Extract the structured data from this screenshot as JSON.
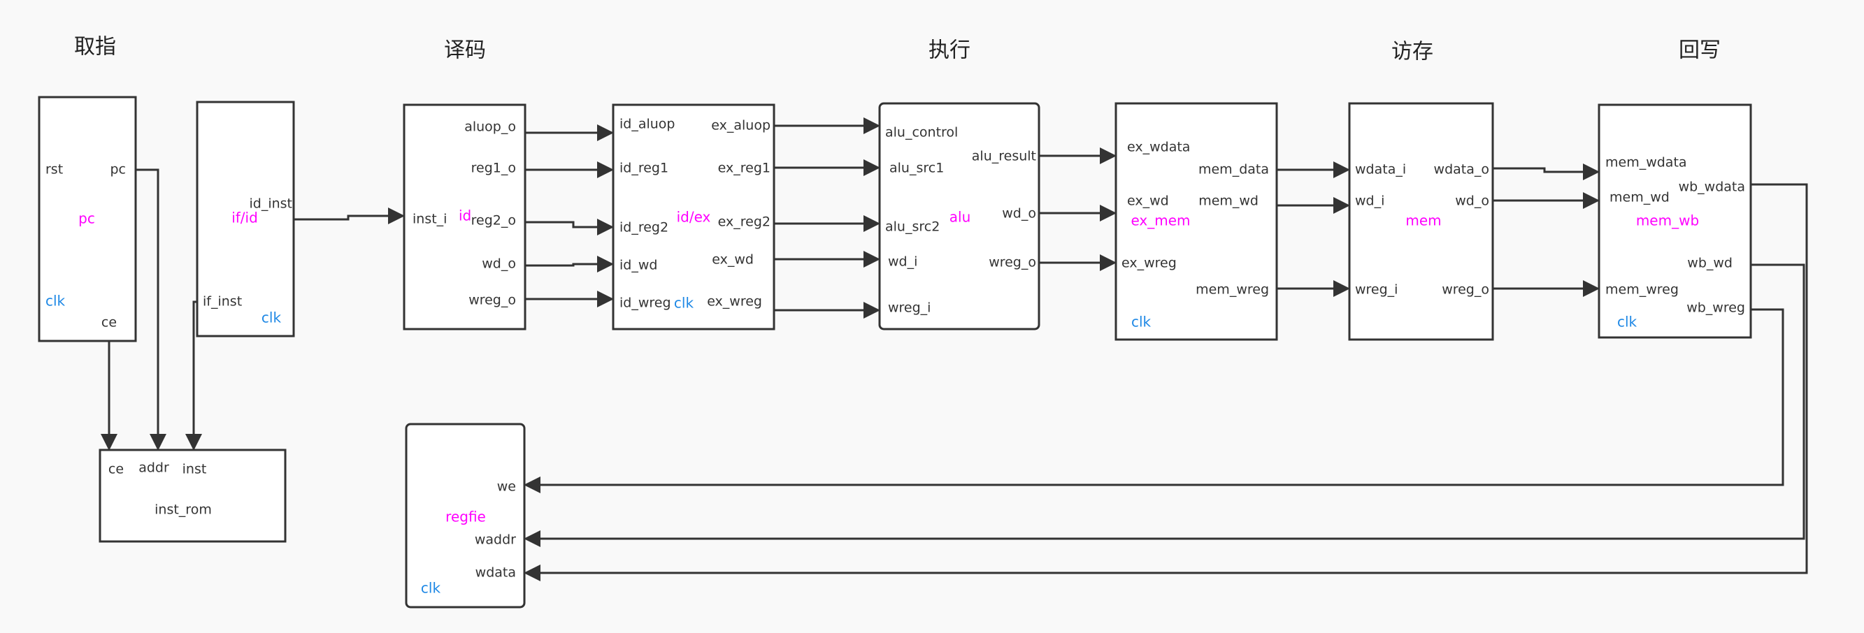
{
  "stages": [
    "取指",
    "译码",
    "执行",
    "访存",
    "回写"
  ],
  "colors": {
    "block_name": "#ff00ff",
    "clock": "#1e88e5",
    "wire": "#333333"
  },
  "pc": {
    "name": "pc",
    "rst": "rst",
    "pc": "pc",
    "clk": "clk",
    "ce": "ce"
  },
  "if_id": {
    "name": "if/id",
    "id_inst": "id_inst",
    "if_inst": "if_inst",
    "clk": "clk"
  },
  "id": {
    "name": "id",
    "inst_i": "inst_i",
    "outputs": [
      "aluop_o",
      "reg1_o",
      "reg2_o",
      "wd_o",
      "wreg_o"
    ]
  },
  "id_ex": {
    "name": "id/ex",
    "clk": "clk",
    "inputs": [
      "id_aluop",
      "id_reg1",
      "id_reg2",
      "id_wd",
      "id_wreg"
    ],
    "outputs": [
      "ex_aluop",
      "ex_reg1",
      "ex_reg2",
      "ex_wd",
      "ex_wreg"
    ]
  },
  "alu": {
    "name": "alu",
    "inputs": [
      "alu_control",
      "alu_src1",
      "alu_src2",
      "wd_i",
      "wreg_i"
    ],
    "outputs": [
      "alu_result",
      "wd_o",
      "wreg_o"
    ]
  },
  "ex_mem": {
    "name": "ex_mem",
    "clk": "clk",
    "inputs": [
      "ex_wdata",
      "ex_wd",
      "ex_wreg"
    ],
    "outputs": [
      "mem_data",
      "mem_wd",
      "mem_wreg"
    ]
  },
  "mem": {
    "name": "mem",
    "inputs": [
      "wdata_i",
      "wd_i",
      "wreg_i"
    ],
    "outputs": [
      "wdata_o",
      "wd_o",
      "wreg_o"
    ]
  },
  "mem_wb": {
    "name": "mem_wb",
    "clk": "clk",
    "inputs": [
      "mem_wdata",
      "mem_wd",
      "mem_wreg"
    ],
    "outputs": [
      "wb_wdata",
      "wb_wd",
      "wb_wreg"
    ]
  },
  "inst_rom": {
    "name": "inst_rom",
    "ports": [
      "ce",
      "addr",
      "inst"
    ]
  },
  "regfile": {
    "name": "regfie",
    "clk": "clk",
    "ports": [
      "we",
      "waddr",
      "wdata"
    ]
  }
}
